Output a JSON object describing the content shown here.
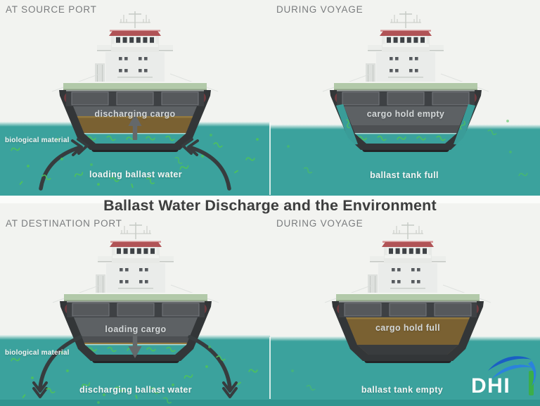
{
  "title": "Ballast Water Discharge and the Environment",
  "panels": [
    {
      "header": "AT SOURCE PORT",
      "cargo_label": "discharging cargo",
      "ballast_label": "loading ballast water",
      "side_label": "biological material"
    },
    {
      "header": "DURING VOYAGE",
      "cargo_label": "cargo hold empty",
      "ballast_label": "ballast tank full"
    },
    {
      "header": "AT DESTINATION PORT",
      "cargo_label": "loading cargo",
      "ballast_label": "discharging ballast water",
      "side_label": "biological material"
    },
    {
      "header": "DURING VOYAGE",
      "cargo_label": "cargo hold full",
      "ballast_label": "ballast tank empty"
    }
  ],
  "logo": {
    "text": "DHI"
  },
  "colors": {
    "water": "#3BA29D",
    "water_deep": "#2F948F",
    "cargo_brown": "#7A6132",
    "hull_dark": "#333638",
    "deck_green": "#B2C9A9",
    "bridge_roof_red": "#B05356",
    "organism_green": "#4FC35A",
    "label_white": "#F2F5F4",
    "logo_blue_dark": "#1A5FC4",
    "logo_blue": "#2B82DD",
    "logo_green": "#3CAE49"
  }
}
